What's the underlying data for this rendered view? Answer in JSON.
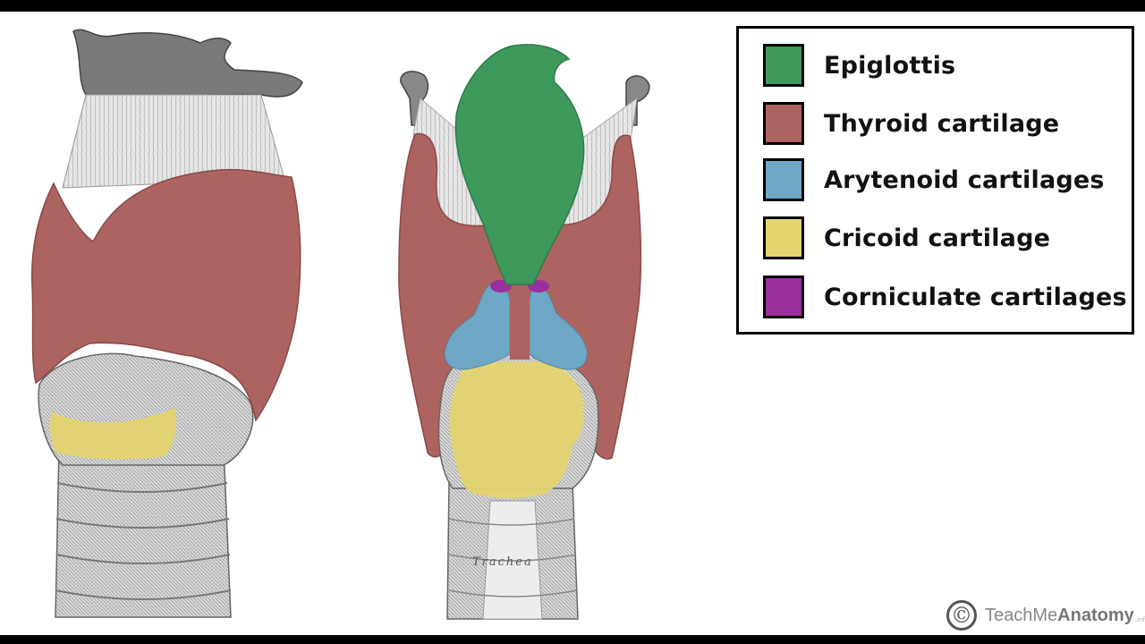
{
  "legend": {
    "items": [
      {
        "label": "Epiglottis",
        "color": "#3e9a5c"
      },
      {
        "label": "Thyroid cartilage",
        "color": "#ad6360"
      },
      {
        "label": "Arytenoid cartilages",
        "color": "#6ea8c6"
      },
      {
        "label": "Cricoid cartilage",
        "color": "#e3d46f"
      },
      {
        "label": "Corniculate cartilages",
        "color": "#9b2f9d"
      }
    ]
  },
  "illustration": {
    "trachea_label": "Trachea"
  },
  "brand": {
    "symbol": "©",
    "name_light": "TeachMe",
    "name_bold": "Anatomy",
    "suffix": ".info"
  }
}
